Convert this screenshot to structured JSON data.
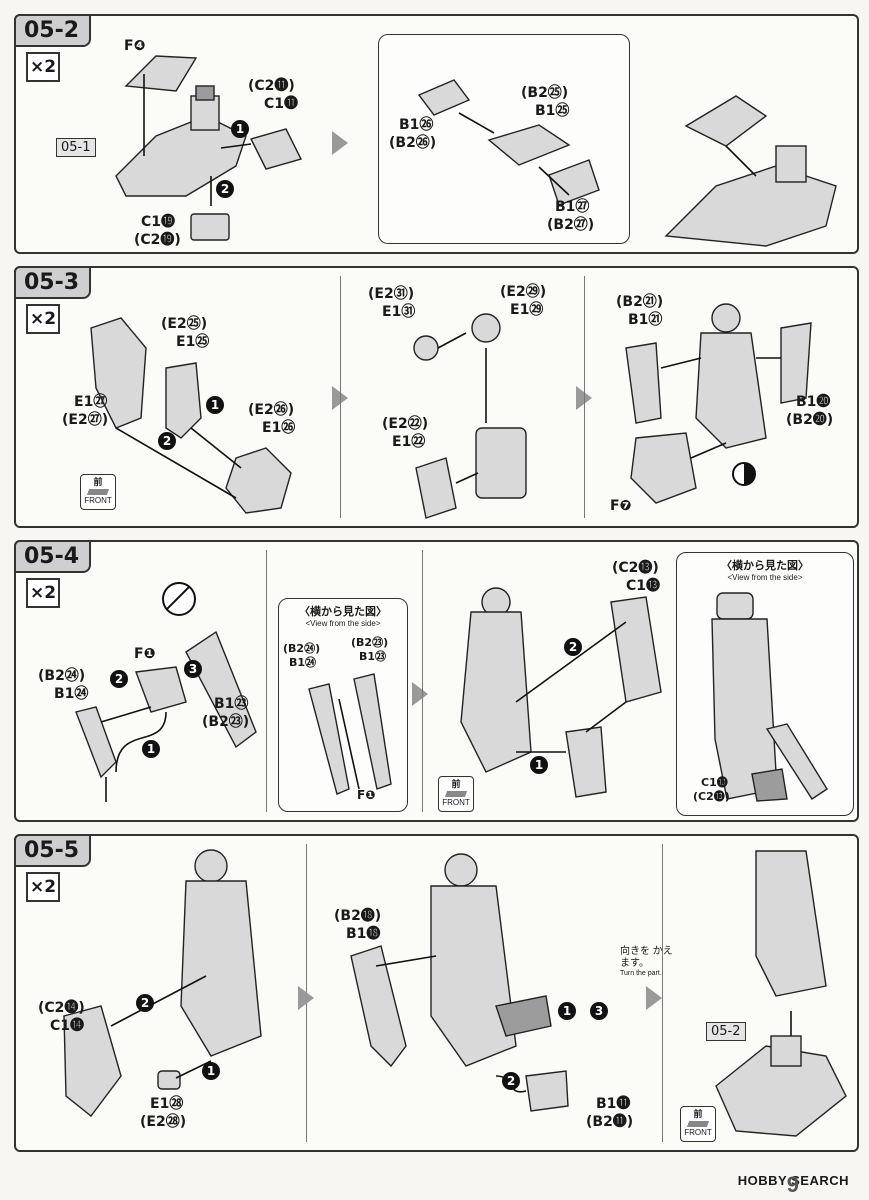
{
  "steps": [
    {
      "id": "05-2",
      "qty": "×2",
      "labels": {
        "f4": "F❹",
        "c2_11": "(C2⓫)",
        "c1_11": "C1⓫",
        "c1_19": "C1⓳",
        "c2_19": "(C2⓳)",
        "b2_25": "(B2㉕)",
        "b1_25": "B1㉕",
        "b1_26": "B1㉖",
        "b2_26": "(B2㉖)",
        "b1_27": "B1㉗",
        "b2_27": "(B2㉗)",
        "ref": "05-1"
      }
    },
    {
      "id": "05-3",
      "qty": "×2",
      "labels": {
        "e2_25": "(E2㉕)",
        "e1_25": "E1㉕",
        "e1_27": "E1㉗",
        "e2_27": "(E2㉗)",
        "e2_26": "(E2㉖)",
        "e1_26": "E1㉖",
        "e2_31": "(E2㉛)",
        "e1_31": "E1㉛",
        "e2_29": "(E2㉙)",
        "e1_29": "E1㉙",
        "e2_22": "(E2㉒)",
        "e1_22": "E1㉒",
        "b2_21": "(B2㉑)",
        "b1_21": "B1㉑",
        "b1_20": "B1⓴",
        "b2_20": "(B2⓴)",
        "f7": "F❼"
      }
    },
    {
      "id": "05-4",
      "qty": "×2",
      "labels": {
        "f1": "F❶",
        "b2_24": "(B2㉔)",
        "b1_24": "B1㉔",
        "b1_23": "B1㉓",
        "b2_23": "(B2㉓)",
        "side_b2_24": "(B2㉔)",
        "side_b1_24": "B1㉔",
        "side_b2_23": "(B2㉓)",
        "side_b1_23": "B1㉓",
        "side_f1": "F❶",
        "c2_13": "(C2⓭)",
        "c1_13": "C1⓭",
        "side2_c1_13": "C1⓭",
        "side2_c2_13": "(C2⓭)"
      },
      "side_view_ja": "〈横から見た図〉",
      "side_view_en": "<View from the side>"
    },
    {
      "id": "05-5",
      "qty": "×2",
      "labels": {
        "c2_14": "(C2⓮)",
        "c1_14": "C1⓮",
        "e1_28": "E1㉘",
        "e2_28": "(E2㉘)",
        "b2_18": "(B2⓲)",
        "b1_18": "B1⓲",
        "b1_11": "B1⓫",
        "b2_11": "(B2⓫)",
        "ref": "05-2"
      },
      "turn_ja": "向きを かえます。",
      "turn_en": "Turn the part."
    }
  ],
  "front_badge": {
    "ja": "前",
    "en": "FRONT"
  },
  "markers": {
    "one": "1",
    "two": "2",
    "three": "3"
  },
  "footer": {
    "logo": "HOBBY SEARCH",
    "page": "9"
  },
  "colors": {
    "part": "#d9d9d9",
    "part_dark": "#9c9c9c",
    "outline": "#222222",
    "tab": "#cfcfcf"
  }
}
